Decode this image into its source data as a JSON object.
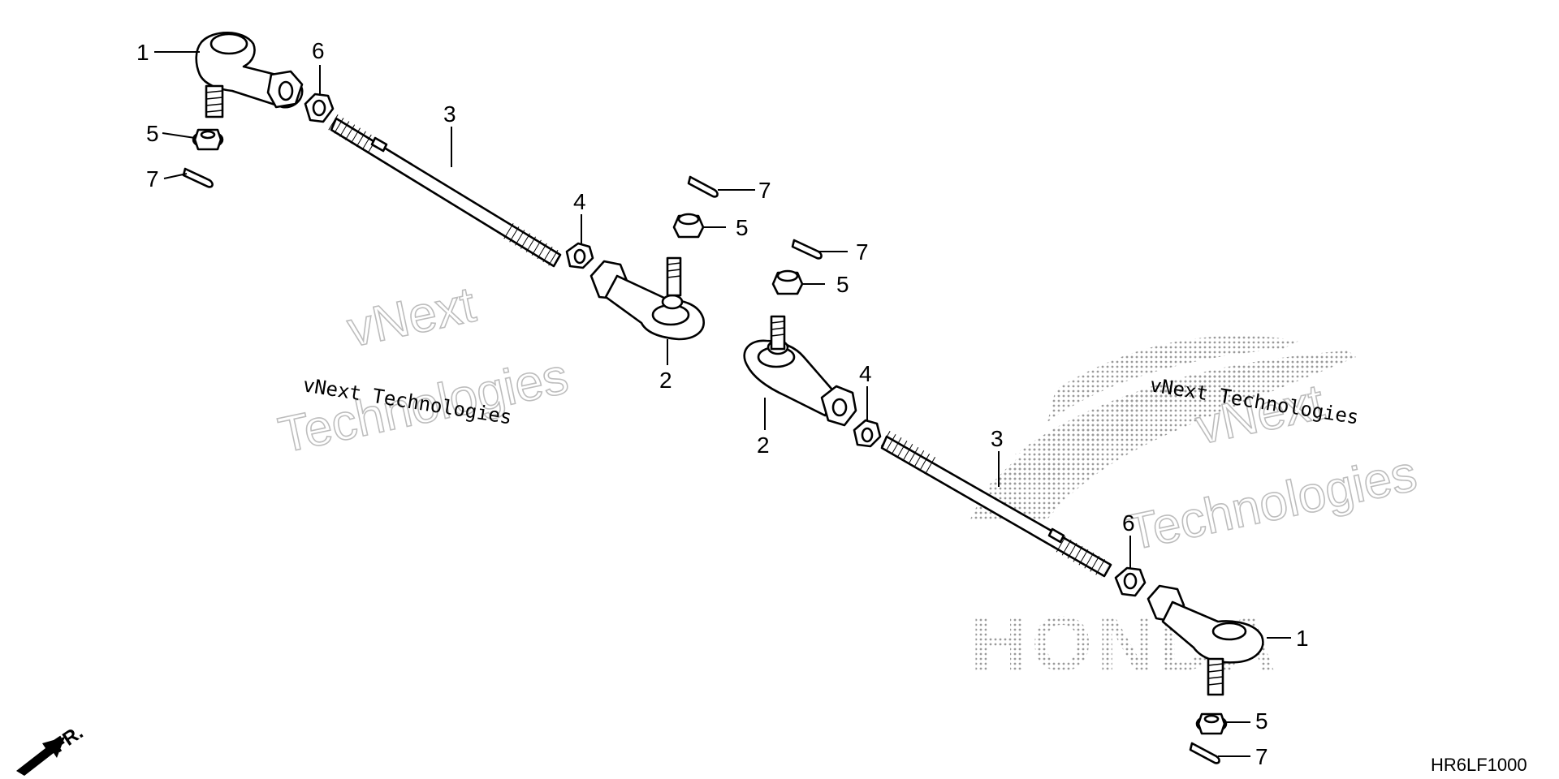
{
  "diagram": {
    "part_callouts": [
      {
        "id": "c1a",
        "label": "1"
      },
      {
        "id": "c6a",
        "label": "6"
      },
      {
        "id": "c3a",
        "label": "3"
      },
      {
        "id": "c5a",
        "label": "5"
      },
      {
        "id": "c7a",
        "label": "7"
      },
      {
        "id": "c4a",
        "label": "4"
      },
      {
        "id": "c7b",
        "label": "7"
      },
      {
        "id": "c5b",
        "label": "5"
      },
      {
        "id": "c2a",
        "label": "2"
      },
      {
        "id": "c7c",
        "label": "7"
      },
      {
        "id": "c5c",
        "label": "5"
      },
      {
        "id": "c4b",
        "label": "4"
      },
      {
        "id": "c2b",
        "label": "2"
      },
      {
        "id": "c3b",
        "label": "3"
      },
      {
        "id": "c6b",
        "label": "6"
      },
      {
        "id": "c1b",
        "label": "1"
      },
      {
        "id": "c5d",
        "label": "5"
      },
      {
        "id": "c7d",
        "label": "7"
      }
    ],
    "watermark": {
      "line1": "vNext",
      "line2": "vNext Technologies",
      "line3": "Technologies"
    },
    "brand_watermark": "HONDA",
    "direction_label": "FR.",
    "diagram_code": "HR6LF1000",
    "colors": {
      "ink": "#000000",
      "watermark_outline": "#bdbdbd",
      "brand_dots": "#9a9a9a"
    }
  }
}
